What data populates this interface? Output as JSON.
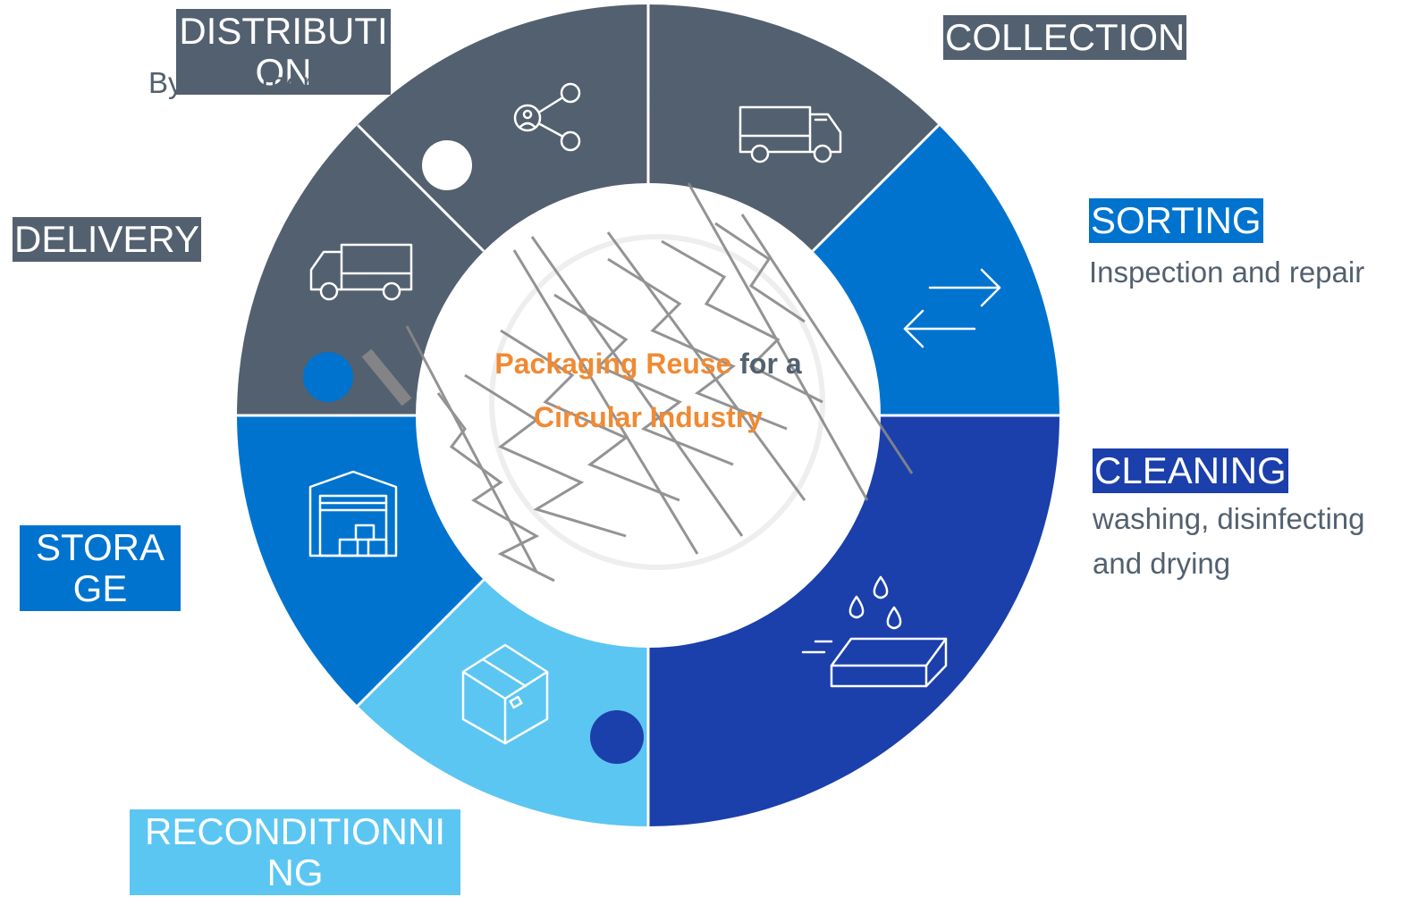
{
  "center": {
    "line1_orange": "Packaging Reuse",
    "line1_gray": "for a",
    "line2": "Circular Industry"
  },
  "stages": [
    {
      "id": "distribution",
      "label": "DISTRIBUTION",
      "subtitle": "By customers",
      "icon": "share-network-icon",
      "color": "#53606f"
    },
    {
      "id": "collection",
      "label": "COLLECTION",
      "subtitle": "",
      "icon": "truck-icon",
      "color": "#53606f"
    },
    {
      "id": "sorting",
      "label": "SORTING",
      "subtitle": "Inspection and repair",
      "icon": "swap-arrows-icon",
      "color": "#0073cf"
    },
    {
      "id": "cleaning",
      "label": "CLEANING",
      "subtitle": "washing, disinfecting and drying",
      "icon": "water-tray-icon",
      "color": "#1b3fab"
    },
    {
      "id": "reconditionning",
      "label": "RECONDITIONNING",
      "subtitle": "",
      "icon": "box-icon",
      "color": "#5bc6f2"
    },
    {
      "id": "storage",
      "label": "STORAGE",
      "subtitle": "",
      "icon": "warehouse-icon",
      "color": "#0073cf"
    },
    {
      "id": "delivery",
      "label": "DELIVERY",
      "subtitle": "",
      "icon": "truck-icon",
      "color": "#53606f"
    }
  ],
  "colors": {
    "gray": "#53606f",
    "blue": "#0073cf",
    "navy": "#1b3fab",
    "light_blue": "#5bc6f2",
    "orange": "#f08a33",
    "scribble": "#888888"
  }
}
